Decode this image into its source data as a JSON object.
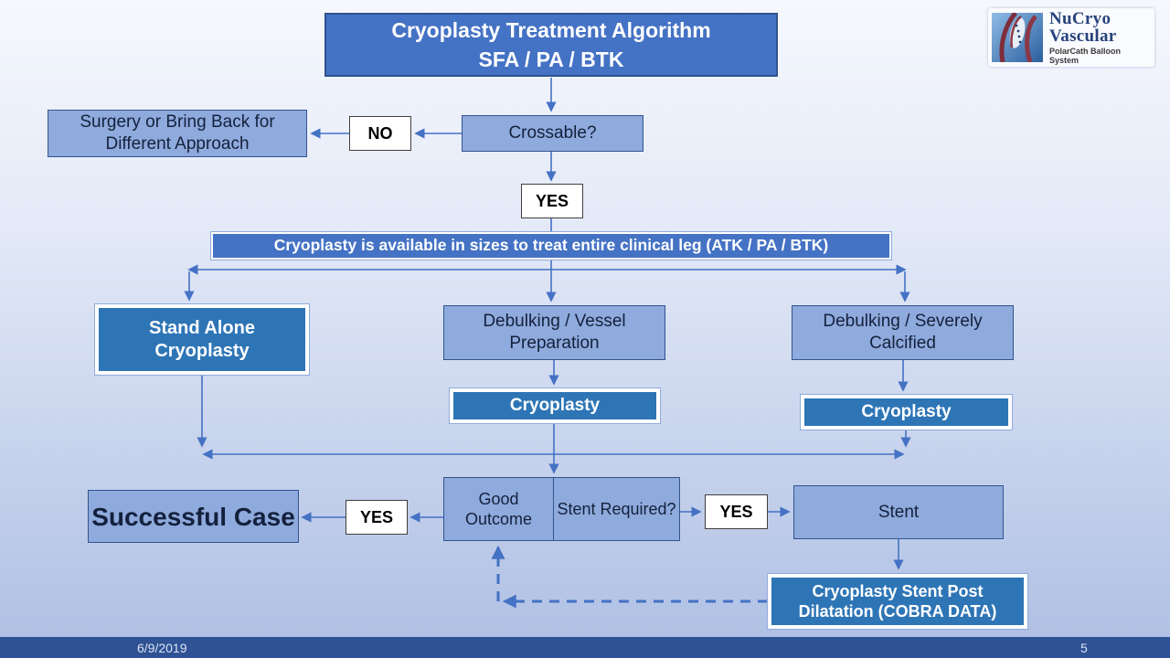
{
  "slide": {
    "title": {
      "line1": "Cryoplasty Treatment Algorithm",
      "line2": "SFA / PA / BTK"
    },
    "logo": {
      "name_line1": "NuCryo",
      "name_line2": "Vascular",
      "tagline": "PolarCath Balloon System"
    },
    "nodes": {
      "surgery": "Surgery or Bring Back for Different Approach",
      "no_label": "NO",
      "crossable": "Crossable?",
      "yes_crossable": "YES",
      "banner": "Cryoplasty is available in sizes to treat entire clinical leg (ATK / PA / BTK)",
      "stand_alone": "Stand Alone Cryoplasty",
      "debulking_vessel": "Debulking / Vessel Preparation",
      "debulking_calcified": "Debulking / Severely Calcified",
      "cryoplasty_mid": "Cryoplasty",
      "cryoplasty_right": "Cryoplasty",
      "good_outcome": "Good Outcome",
      "stent_required": "Stent Required?",
      "yes_outcome": "YES",
      "successful_case": "Successful Case",
      "yes_stent": "YES",
      "stent": "Stent",
      "cobra": "Cryoplasty Stent Post Dilatation (COBRA DATA)"
    },
    "footer": {
      "date": "6/9/2019",
      "page": "5"
    },
    "colors": {
      "box_dark": "#2E75B6",
      "box_medium": "#4472C4",
      "box_light": "#8FAADC",
      "connector": "#4472C4",
      "footer_bar": "#2E5294"
    }
  }
}
